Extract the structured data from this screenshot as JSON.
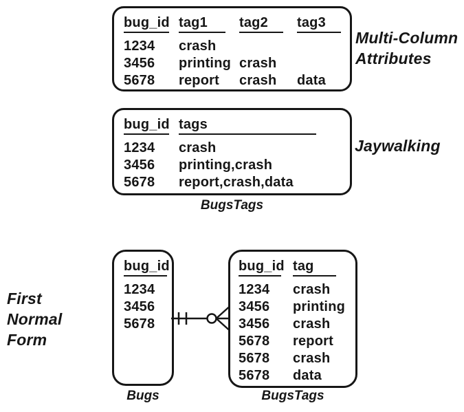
{
  "colors": {
    "ink": "#161616",
    "background": "#ffffff"
  },
  "sections": {
    "multi_column": {
      "label_lines": [
        "Multi-Column",
        "Attributes"
      ],
      "table": {
        "columns": [
          "bug_id",
          "tag1",
          "tag2",
          "tag3"
        ],
        "rows": [
          [
            "1234",
            "crash",
            "",
            ""
          ],
          [
            "3456",
            "printing",
            "crash",
            ""
          ],
          [
            "5678",
            "report",
            "crash",
            "data"
          ]
        ]
      }
    },
    "jaywalking": {
      "label": "Jaywalking",
      "caption": "BugsTags",
      "table": {
        "columns": [
          "bug_id",
          "tags"
        ],
        "rows": [
          [
            "1234",
            "crash"
          ],
          [
            "3456",
            "printing,crash"
          ],
          [
            "5678",
            "report,crash,data"
          ]
        ]
      }
    },
    "first_normal_form": {
      "label_lines": [
        "First",
        "Normal",
        "Form"
      ],
      "bugs": {
        "caption": "Bugs",
        "table": {
          "columns": [
            "bug_id"
          ],
          "rows": [
            [
              "1234"
            ],
            [
              "3456"
            ],
            [
              "5678"
            ]
          ]
        }
      },
      "bugs_tags": {
        "caption": "BugsTags",
        "table": {
          "columns": [
            "bug_id",
            "tag"
          ],
          "rows": [
            [
              "1234",
              "crash"
            ],
            [
              "3456",
              "printing"
            ],
            [
              "3456",
              "crash"
            ],
            [
              "5678",
              "report"
            ],
            [
              "5678",
              "crash"
            ],
            [
              "5678",
              "data"
            ]
          ]
        }
      },
      "relationship": {
        "notation": "crow-foot",
        "left_cardinality": "exactly-one",
        "right_cardinality": "zero-or-many"
      }
    }
  }
}
